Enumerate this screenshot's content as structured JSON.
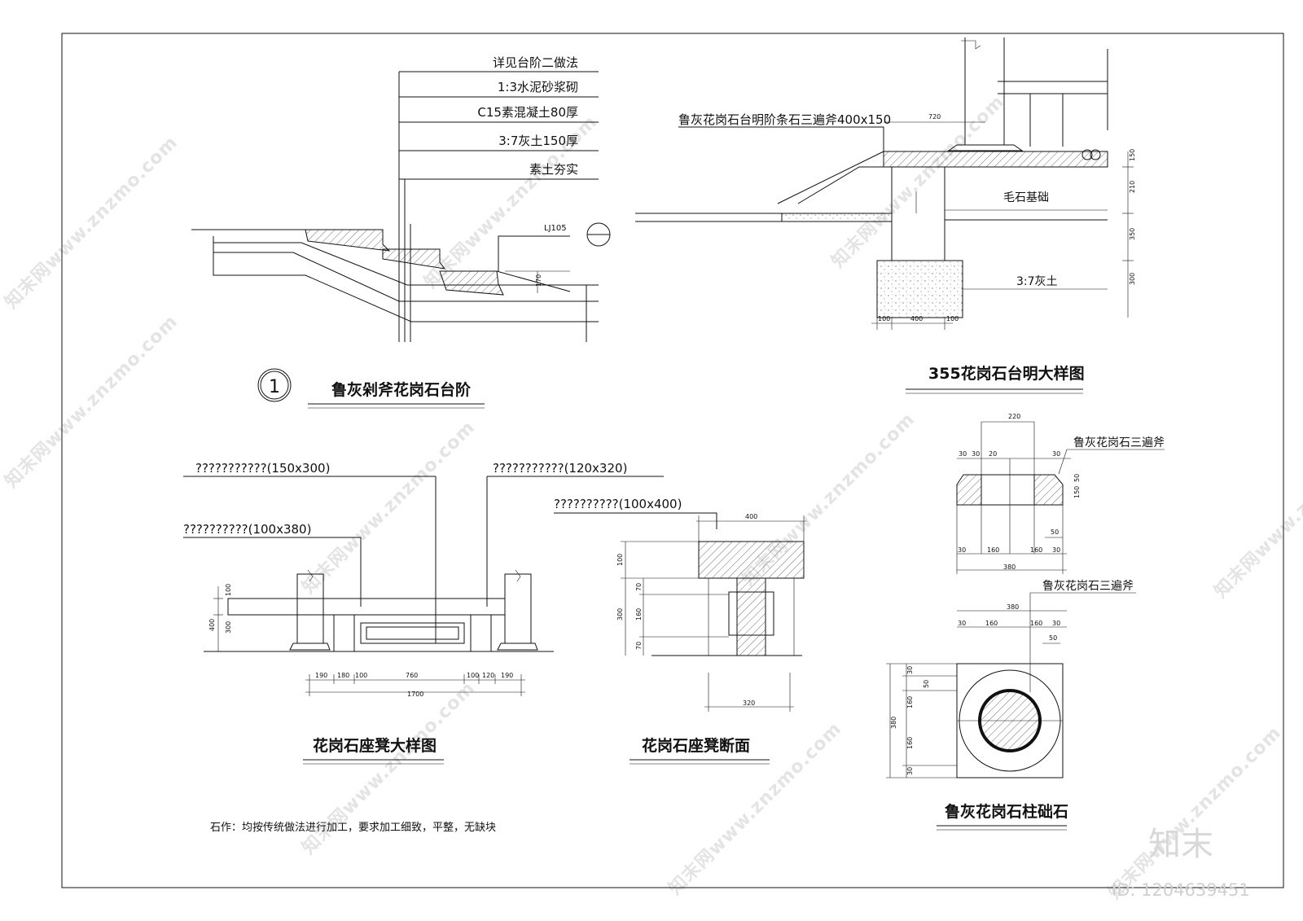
{
  "step_detail": {
    "title": "鲁灰剁斧花岗石台阶",
    "number": "1",
    "ref_tag": "LJ105",
    "dim_170": "170",
    "layers": [
      "详见台阶二做法",
      "1:3水泥砂浆砌",
      "C15素混凝土80厚",
      "3:7灰土150厚",
      "素土夯实"
    ]
  },
  "platform_detail": {
    "title": "355花岗石台明大样图",
    "callout": "鲁灰花岗石台明阶条石三遍斧400x150",
    "label_foundation": "毛石基础",
    "label_lime": "3:7灰土",
    "dim_top": "720",
    "dims_vertical": [
      "150",
      "210",
      "350",
      "300"
    ],
    "dims_bottom": [
      "100",
      "400",
      "100"
    ]
  },
  "bench_detail": {
    "title": "花岗石座凳大样图",
    "callout_1": "???????????(150x300)",
    "callout_2": "???????????(120x320)",
    "callout_3": "??????????(100x380)",
    "dims_left": [
      "100",
      "300",
      "400"
    ],
    "dims_bottom": [
      "190",
      "180",
      "100",
      "760",
      "100",
      "120",
      "190"
    ],
    "dim_total": "1700"
  },
  "bench_section": {
    "title": "花岗石座凳断面",
    "callout": "??????????(100x400)",
    "dim_top": "400",
    "dims_left": [
      "100",
      "70",
      "160",
      "70",
      "300"
    ],
    "dim_bottom": "320"
  },
  "column_base": {
    "title": "鲁灰花岗石柱础石",
    "label_1": "鲁灰花岗石三遍斧",
    "label_2": "鲁灰花岗石三遍斧",
    "elev_dims_top": [
      "220",
      "30",
      "30",
      "20",
      "30"
    ],
    "elev_dims_side": [
      "50",
      "150",
      "50"
    ],
    "elev_dims_bottom": [
      "30",
      "160",
      "160",
      "30"
    ],
    "elev_total": "380",
    "plan_dims_top": [
      "380",
      "30",
      "160",
      "160",
      "30"
    ],
    "plan_dim_50": "50",
    "plan_dims_left": [
      "30",
      "50",
      "160",
      "160",
      "30"
    ],
    "plan_total": "380"
  },
  "note": "石作：均按传统做法进行加工，要求加工细致，平整，无缺块",
  "watermark": "知末网www.znzmo.com",
  "brand": "知末",
  "id_text": "ID: 1204639451"
}
